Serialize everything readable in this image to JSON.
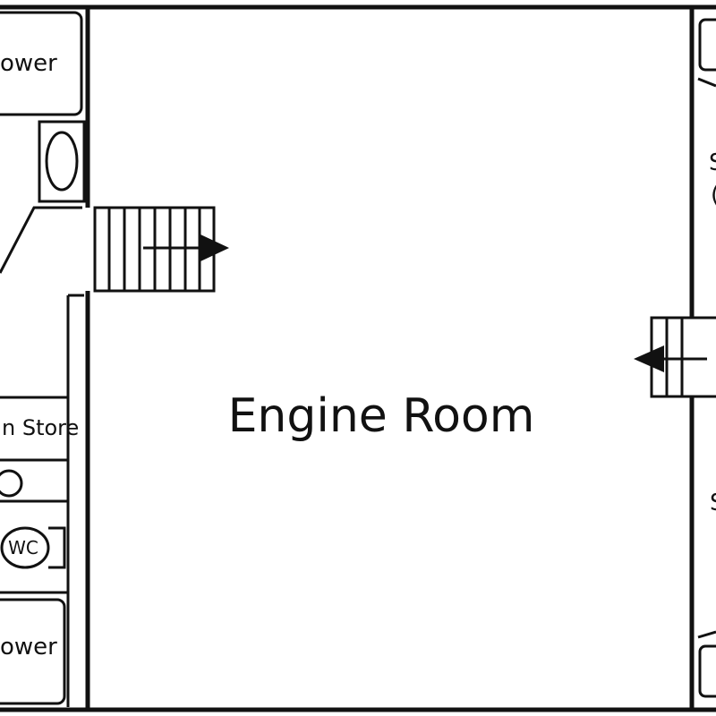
{
  "colors": {
    "line": "#111111",
    "background": "#ffffff"
  },
  "rooms": {
    "engine_room": "Engine Room",
    "shower_top": "ower",
    "shower_bottom": "ower",
    "store": "n Store",
    "wc": "WC"
  },
  "partial_labels": {
    "right_letter_s": "S",
    "right_letter_c": "(",
    "right_letter_s_lower": "S"
  },
  "stairs": {
    "left": {
      "direction": "right",
      "treads": 8
    },
    "right": {
      "direction": "left",
      "treads": 4
    }
  }
}
